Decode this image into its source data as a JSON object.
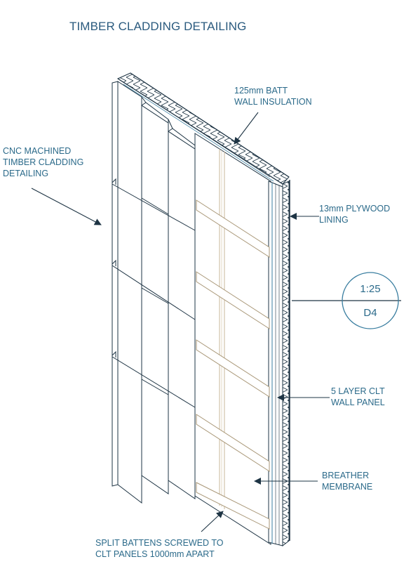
{
  "title": "TIMBER CLADDING DETAILING",
  "labels": {
    "insulation": "125mm BATT\nWALL INSULATION",
    "cladding": "CNC MACHINED\nTIMBER CLADDING\nDETAILING",
    "plywood": "13mm PLYWOOD\nLINING",
    "clt": "5 LAYER CLT\nWALL PANEL",
    "membrane": "BREATHER\nMEMBRANE",
    "battens": "SPLIT BATTENS SCREWED TO\nCLT PANELS 1000mm APART"
  },
  "scale_marker": {
    "scale": "1:25",
    "ref": "D4"
  },
  "colors": {
    "text": "#2b6a8a",
    "title": "#2a5a7e",
    "line": "#1e3444",
    "panel_edge": "#3a7ea0",
    "timber": "#c9b79a"
  }
}
